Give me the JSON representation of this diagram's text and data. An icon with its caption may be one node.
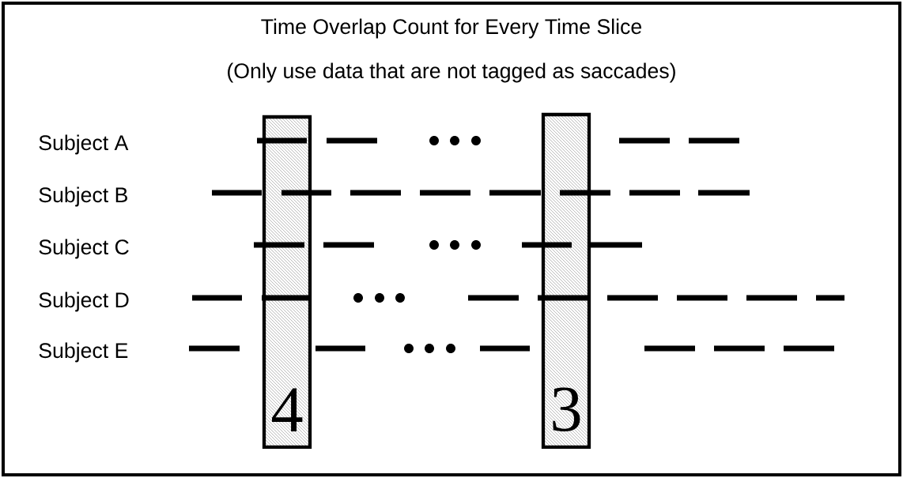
{
  "diagram": {
    "title": "Time Overlap Count for Every Time Slice",
    "nodes": [
      {
        "text": [
          "4"
        ]
      },
      {
        "text": [
          "3"
        ]
      }
    ],
    "labels": [
      "(Only use data that are not tagged as saccades)",
      "Subject A",
      "Subject B",
      "Subject C",
      "Subject D",
      "Subject E"
    ]
  }
}
